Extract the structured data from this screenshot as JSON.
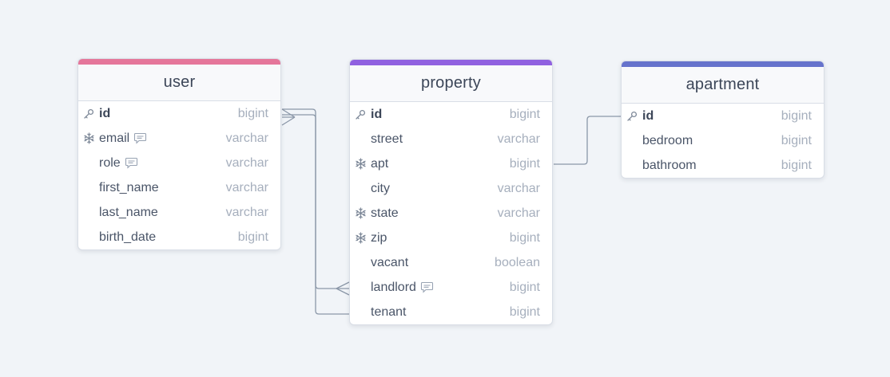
{
  "colors": {
    "background": "#f1f4f8",
    "connector": "#8b97a8",
    "user_accent": "#e5769a",
    "property_accent": "#9061e0",
    "apartment_accent": "#6673cc"
  },
  "tables": {
    "user": {
      "name": "user",
      "accent": "#e5769a",
      "columns": [
        {
          "name": "id",
          "type": "bigint",
          "icon": "key-icon",
          "note": false,
          "pk": true
        },
        {
          "name": "email",
          "type": "varchar",
          "icon": "snowflake-icon",
          "note": true,
          "pk": false
        },
        {
          "name": "role",
          "type": "varchar",
          "icon": "",
          "note": true,
          "pk": false
        },
        {
          "name": "first_name",
          "type": "varchar",
          "icon": "",
          "note": false,
          "pk": false
        },
        {
          "name": "last_name",
          "type": "varchar",
          "icon": "",
          "note": false,
          "pk": false
        },
        {
          "name": "birth_date",
          "type": "bigint",
          "icon": "",
          "note": false,
          "pk": false
        }
      ]
    },
    "property": {
      "name": "property",
      "accent": "#9061e0",
      "columns": [
        {
          "name": "id",
          "type": "bigint",
          "icon": "key-icon",
          "note": false,
          "pk": true
        },
        {
          "name": "street",
          "type": "varchar",
          "icon": "",
          "note": false,
          "pk": false
        },
        {
          "name": "apt",
          "type": "bigint",
          "icon": "snowflake-icon",
          "note": false,
          "pk": false
        },
        {
          "name": "city",
          "type": "varchar",
          "icon": "",
          "note": false,
          "pk": false
        },
        {
          "name": "state",
          "type": "varchar",
          "icon": "snowflake-icon",
          "note": false,
          "pk": false
        },
        {
          "name": "zip",
          "type": "bigint",
          "icon": "snowflake-icon",
          "note": false,
          "pk": false
        },
        {
          "name": "vacant",
          "type": "boolean",
          "icon": "",
          "note": false,
          "pk": false
        },
        {
          "name": "landlord",
          "type": "bigint",
          "icon": "",
          "note": true,
          "pk": false
        },
        {
          "name": "tenant",
          "type": "bigint",
          "icon": "",
          "note": false,
          "pk": false
        }
      ]
    },
    "apartment": {
      "name": "apartment",
      "accent": "#6673cc",
      "columns": [
        {
          "name": "id",
          "type": "bigint",
          "icon": "key-icon",
          "note": false,
          "pk": true
        },
        {
          "name": "bedroom",
          "type": "bigint",
          "icon": "",
          "note": false,
          "pk": false
        },
        {
          "name": "bathroom",
          "type": "bigint",
          "icon": "",
          "note": false,
          "pk": false
        }
      ]
    }
  }
}
